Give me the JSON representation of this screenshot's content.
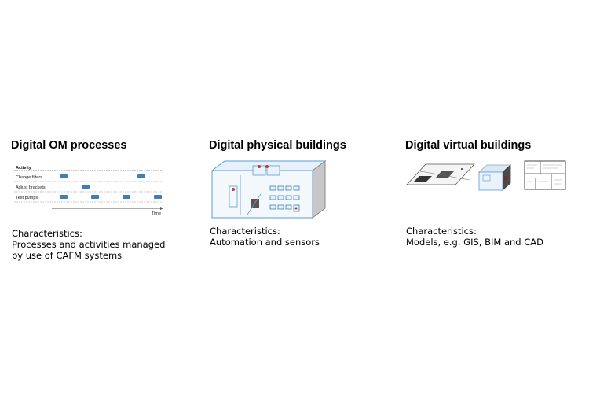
{
  "columns": [
    {
      "title": "Digital OM processes",
      "heading": "Characteristics:",
      "lines": [
        "Processes and activities managed",
        "by use of CAFM systems"
      ],
      "icon": "gantt-schedule-icon"
    },
    {
      "title": "Digital physical buildings",
      "heading": "Characteristics:",
      "lines": [
        "Automation and sensors"
      ],
      "icon": "building-sensors-icon"
    },
    {
      "title": "Digital virtual buildings",
      "heading": "Characteristics:",
      "lines": [
        "Models, e.g. GIS, BIM and CAD"
      ],
      "icon": "virtual-models-icon"
    }
  ],
  "gantt": {
    "header": "Activity",
    "rows": [
      "Change filters",
      "Adjust brackets",
      "Test pumps"
    ],
    "axis_label": "Time"
  },
  "colors": {
    "accent_blue": "#3f7fb5",
    "building_stroke": "#5b9bd5",
    "sensor_red": "#c0392b"
  }
}
